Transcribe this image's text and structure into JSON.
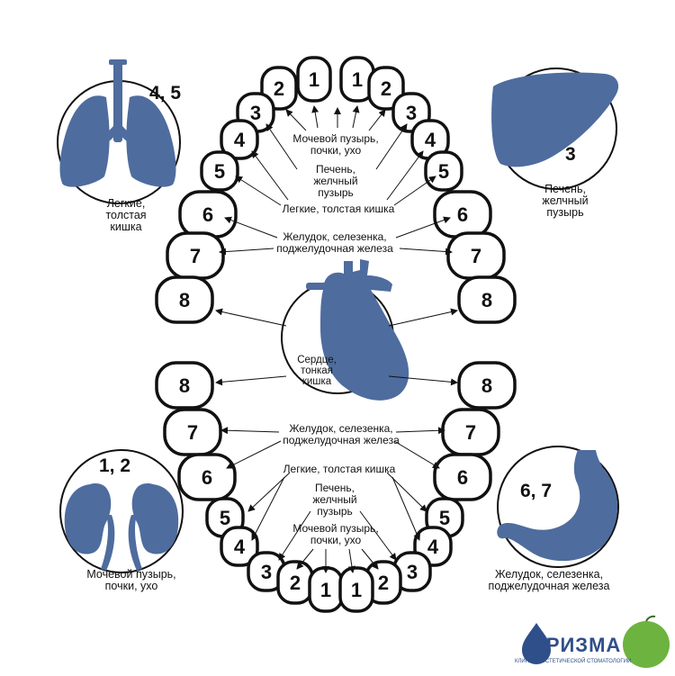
{
  "teeth": {
    "upper_left": [
      "1",
      "2",
      "3",
      "4",
      "5",
      "6",
      "7",
      "8"
    ],
    "upper_right": [
      "1",
      "2",
      "3",
      "4",
      "5",
      "6",
      "7",
      "8"
    ],
    "lower_left": [
      "8",
      "7",
      "6",
      "5",
      "4",
      "3",
      "2",
      "1"
    ],
    "lower_right": [
      "8",
      "7",
      "6",
      "5",
      "4",
      "3",
      "2",
      "1"
    ]
  },
  "upper_labels": {
    "bladder": [
      "Мочевой пузырь,",
      "почки, ухо"
    ],
    "liver": [
      "Печень,",
      "желчный",
      "пузырь"
    ],
    "lungs": "Легкие, толстая кишка",
    "stomach": [
      "Желудок, селезенка,",
      "поджелудочная железа"
    ]
  },
  "lower_labels": {
    "stomach": [
      "Желудок, селезенка,",
      "поджелудочная железа"
    ],
    "lungs": "Легкие, толстая кишка",
    "liver": [
      "Печень,",
      "желчный",
      "пузырь"
    ],
    "bladder": [
      "Мочевой пузырь,",
      "почки, ухо"
    ]
  },
  "center": {
    "heart_label": [
      "Сердце,",
      "тонкая",
      "кишка"
    ]
  },
  "organs": {
    "lungs": {
      "numbers": "4, 5",
      "label": [
        "Легкие,",
        "толстая",
        "кишка"
      ],
      "icon": "lungs-icon"
    },
    "liver": {
      "numbers": "3",
      "label": [
        "Печень,",
        "желчный",
        "пузырь"
      ],
      "icon": "liver-icon"
    },
    "kidneys": {
      "numbers": "1, 2",
      "label": [
        "Мочевой пузырь,",
        "почки, ухо"
      ],
      "icon": "kidneys-icon"
    },
    "stomach": {
      "numbers": "6, 7",
      "label": [
        "Желудок, селезенка,",
        "поджелудочная железа"
      ],
      "icon": "stomach-icon"
    }
  },
  "logo": {
    "name": "ПРИЗМА",
    "tagline": "КЛИНИКА ЭСТЕТИЧЕСКОЙ СТОМАТОЛОГИИ",
    "icon": "apple-icon"
  },
  "colors": {
    "organ": "#4E6C9E",
    "outline": "#111111",
    "background": "#ffffff",
    "logo_blue": "#2F4F8A",
    "apple": "#6DB33F"
  }
}
